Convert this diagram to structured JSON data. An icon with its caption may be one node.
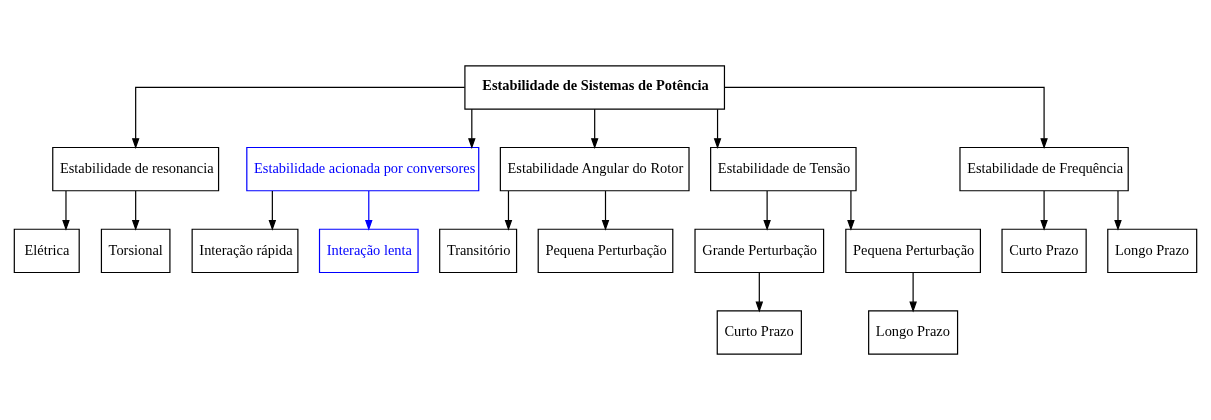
{
  "diagram": {
    "nodes": [
      {
        "text": [
          "Estabilidade de Sistemas de Potência"
        ]
      },
      {
        "text": [
          "Estabilidade de resonancia"
        ]
      },
      {
        "text": [
          "Estabilidade acionada por conversores"
        ]
      },
      {
        "text": [
          "Estabilidade Angular do Rotor"
        ]
      },
      {
        "text": [
          "Estabilidade de Tensão"
        ]
      },
      {
        "text": [
          "Estabilidade de Frequência"
        ]
      },
      {
        "text": [
          "Elétrica"
        ]
      },
      {
        "text": [
          "Torsional"
        ]
      },
      {
        "text": [
          "Interação rápida"
        ]
      },
      {
        "text": [
          "Interação lenta"
        ]
      },
      {
        "text": [
          "Transitório"
        ]
      },
      {
        "text": [
          "Pequena Perturbação"
        ]
      },
      {
        "text": [
          "Grande Perturbação"
        ]
      },
      {
        "text": [
          "Pequena Perturbação"
        ]
      },
      {
        "text": [
          "Curto Prazo"
        ]
      },
      {
        "text": [
          "Longo Prazo"
        ]
      },
      {
        "text": [
          "Curto Prazo"
        ]
      },
      {
        "text": [
          "Longo Prazo"
        ]
      }
    ],
    "edges": [
      {
        "from": 0,
        "to": 1,
        "arrow": "to"
      },
      {
        "from": 0,
        "to": 2,
        "arrow": "to"
      },
      {
        "from": 0,
        "to": 3,
        "arrow": "to"
      },
      {
        "from": 0,
        "to": 4,
        "arrow": "to"
      },
      {
        "from": 0,
        "to": 5,
        "arrow": "to"
      },
      {
        "from": 1,
        "to": 6,
        "arrow": "to"
      },
      {
        "from": 1,
        "to": 7,
        "arrow": "to"
      },
      {
        "from": 2,
        "to": 8,
        "arrow": "to"
      },
      {
        "from": 2,
        "to": 9,
        "arrow": "to",
        "color": "#0000ff"
      },
      {
        "from": 3,
        "to": 10,
        "arrow": "to"
      },
      {
        "from": 3,
        "to": 11,
        "arrow": "to"
      },
      {
        "from": 4,
        "to": 12,
        "arrow": "to"
      },
      {
        "from": 4,
        "to": 13,
        "arrow": "to"
      },
      {
        "from": 12,
        "to": 14,
        "arrow": "to"
      },
      {
        "from": 13,
        "to": 15,
        "arrow": "to"
      },
      {
        "from": 5,
        "to": 16,
        "arrow": "to"
      },
      {
        "from": 5,
        "to": 17,
        "arrow": "to"
      }
    ]
  }
}
